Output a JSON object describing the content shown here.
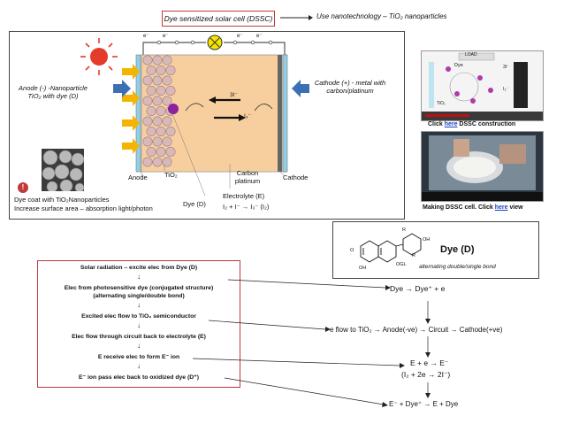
{
  "header": {
    "title": "Dye sensitized solar cell (DSSC)",
    "arrow": "⟶",
    "note": "Use nanotechnology – TiO₂ nanoparticles"
  },
  "cell": {
    "anode_title": "Anode (-) -Nanoparticle TiO₂ with dye (D)",
    "cathode_title": "Cathode (+) - metal with carbon/platinum",
    "anode": "Anode",
    "tio2": "TiO₂",
    "carbon": "Carbon platinum",
    "cathode": "Cathode",
    "dye": "Dye (D)",
    "electrolyte": "Electrolyte (E)",
    "electrolyte_eq": "I₂ + I⁻ → I₃⁻ (I₂)",
    "electron": "e⁻",
    "iodide": "3I⁻",
    "triiodide": "I₃⁻",
    "nano_caption_1": "Dye coat with TiO₂Nanoparticles",
    "nano_caption_2": "Increase surface area – absorption light/photon",
    "warning": "!"
  },
  "thumbs": {
    "construction_pre": "Click ",
    "construction_link": "here",
    "construction_post": " DSSC construction",
    "making_pre": "Making DSSC cell. Click ",
    "making_link": "here",
    "making_post": " view",
    "sim_load": "LOAD",
    "sim_dye": "Dye",
    "sim_tio2": "TiO₂",
    "sim_3i": "3I⁻",
    "sim_i3": "I₃⁻"
  },
  "dye": {
    "title": "Dye (D)",
    "subtitle": "alternating double/single bond",
    "atom_o": "O",
    "atom_r": "R",
    "atom_oh": "OH",
    "atom_ogl": "OGL"
  },
  "steps": {
    "s1": "Solar radiation – excite elec from Dye (D)",
    "s2a": "Elec from photosensitive dye (conjugated structure)",
    "s2b": "(alternating single/double bond)",
    "s3": "Excited elec flow to TiO₂ semiconductor",
    "s4": "Elec flow through circuit back to electrolyte (E)",
    "s5": "E receive elec to form E⁻ ion",
    "s6": "E⁻ ion pass elec back to oxidized dye (D⁺)",
    "arrow": "↓"
  },
  "equations": {
    "dye_eq": "Dye  →  Dye⁺  + e",
    "flow": "e flow to TiO₂ → Anode(-ve) → Circuit → Cathode(+ve)",
    "e_eq": "E + e  →  E⁻",
    "i_eq": "(I₂ + 2e →  2I⁻)",
    "final": "E⁻ + Dye⁺ → E  + Dye",
    "arrow": "↓"
  },
  "colors": {
    "accent_red": "#c0393b",
    "electrolyte_fill": "#f7cf9e",
    "sun": "#e53b2a",
    "arrow_yellow": "#f4b400",
    "arrow_blue": "#3d6fb5",
    "link_blue": "#1a3fc2"
  }
}
